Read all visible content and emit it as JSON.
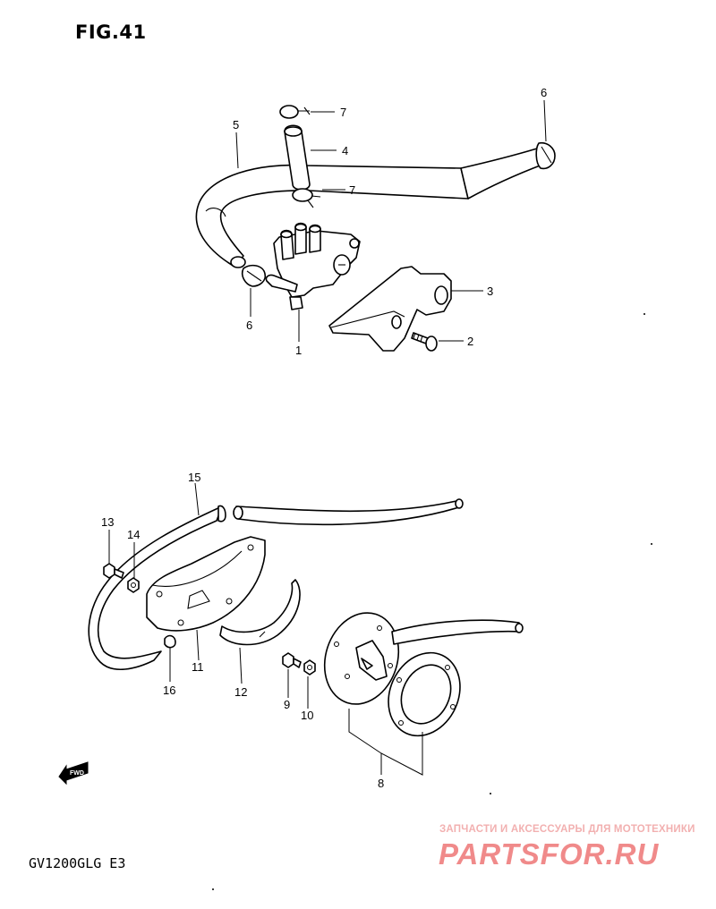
{
  "figure": {
    "title": "FIG.41"
  },
  "model_code": "GV1200GLG  E3",
  "callouts": [
    {
      "id": "1",
      "label": "1"
    },
    {
      "id": "2",
      "label": "2"
    },
    {
      "id": "3",
      "label": "3"
    },
    {
      "id": "4",
      "label": "4"
    },
    {
      "id": "5",
      "label": "5"
    },
    {
      "id": "6a",
      "label": "6"
    },
    {
      "id": "6b",
      "label": "6"
    },
    {
      "id": "7a",
      "label": "7"
    },
    {
      "id": "7b",
      "label": "7"
    },
    {
      "id": "8",
      "label": "8"
    },
    {
      "id": "9",
      "label": "9"
    },
    {
      "id": "10",
      "label": "10"
    },
    {
      "id": "11",
      "label": "11"
    },
    {
      "id": "12",
      "label": "12"
    },
    {
      "id": "13",
      "label": "13"
    },
    {
      "id": "14",
      "label": "14"
    },
    {
      "id": "15",
      "label": "15"
    },
    {
      "id": "16",
      "label": "16"
    }
  ],
  "direction_marker": {
    "label": "FWD",
    "icon": "fwd-arrow-icon"
  },
  "watermark": {
    "tagline": "ЗАПЧАСТИ И АКСЕССУАРЫ ДЛЯ МОТОТЕХНИКИ",
    "brand": "PARTSFOR.RU",
    "color": "#f08a8a"
  }
}
